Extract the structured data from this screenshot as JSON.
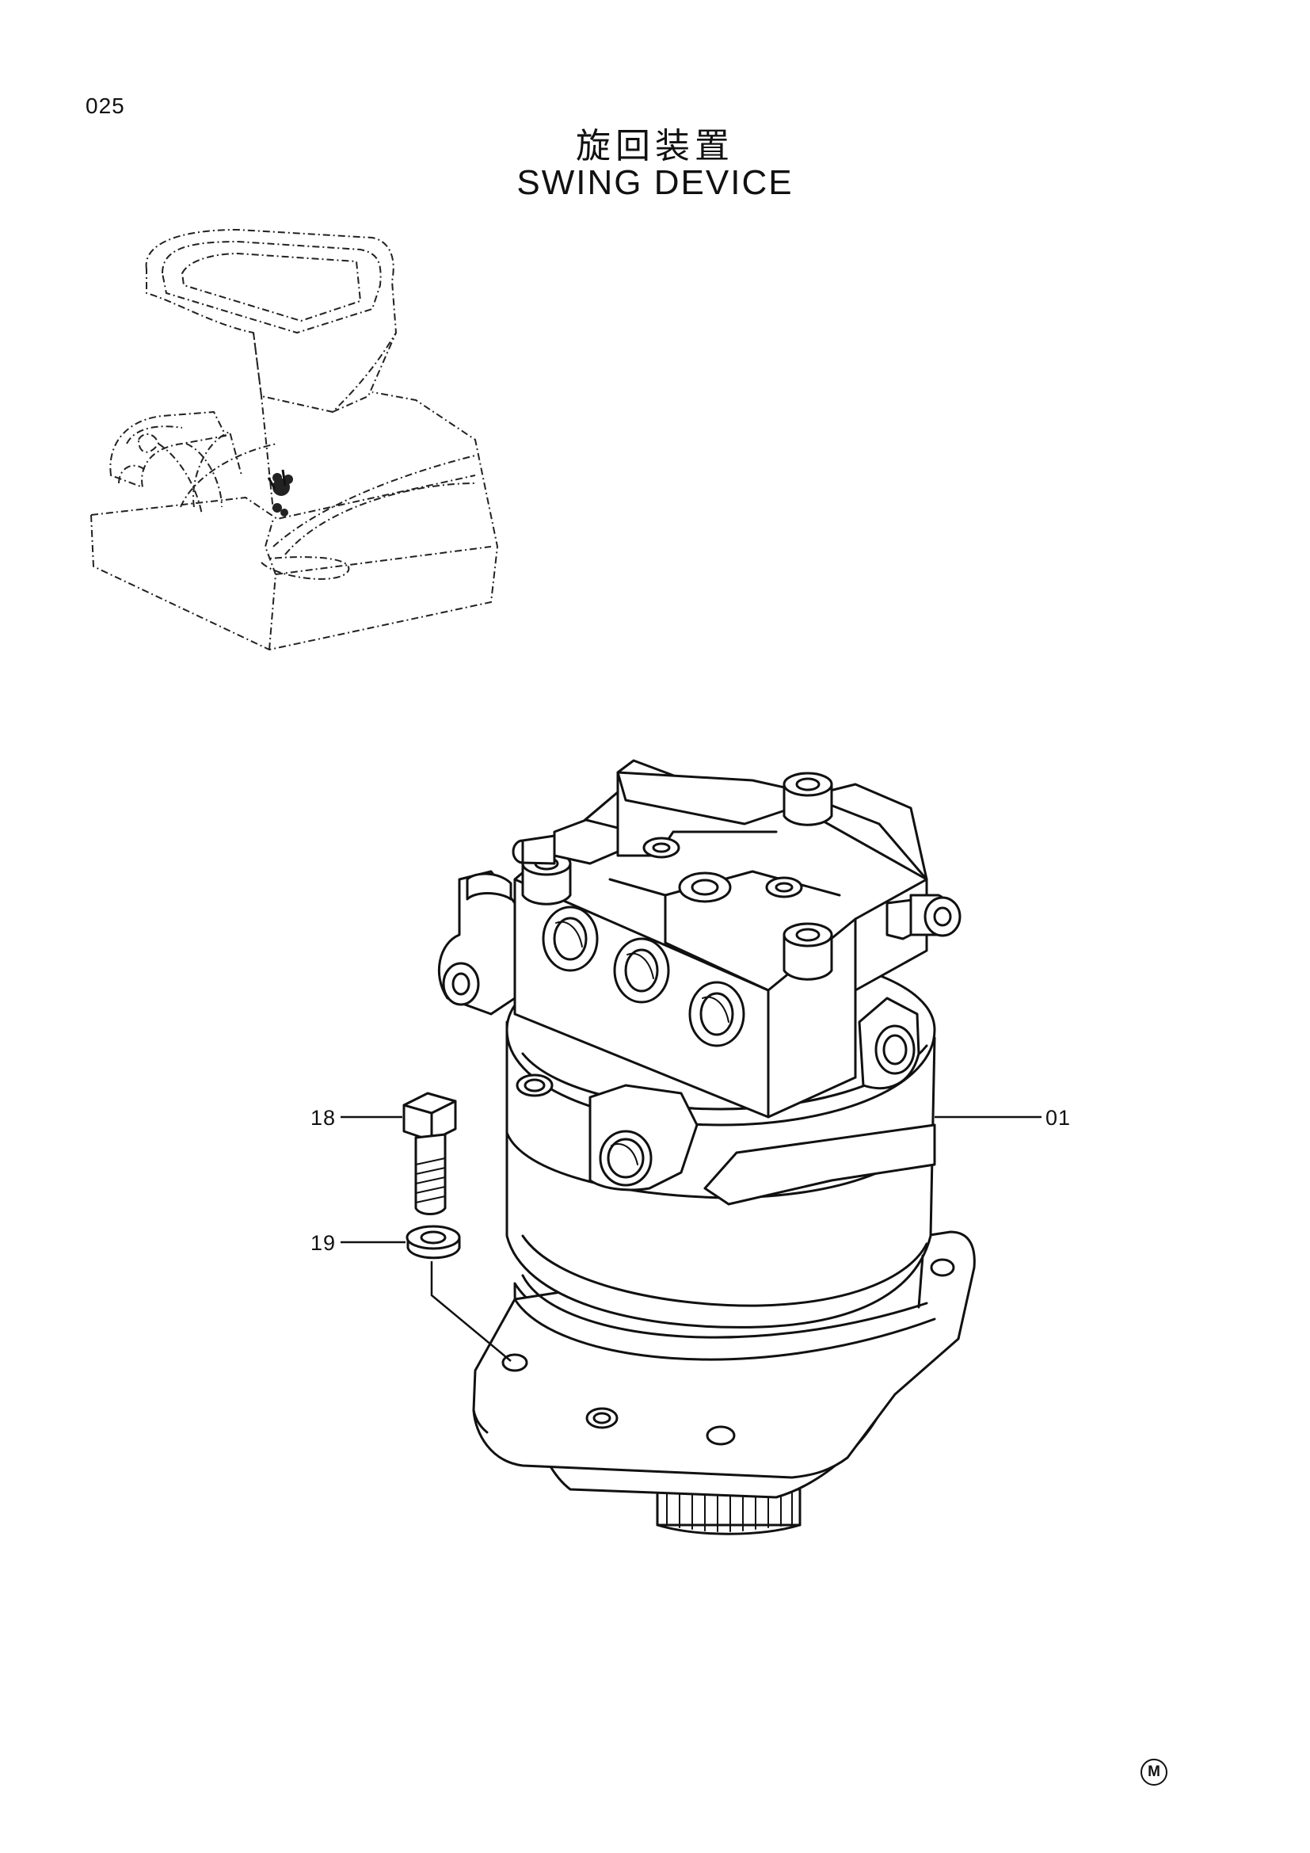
{
  "page": {
    "number": "025"
  },
  "title": {
    "japanese": "旋回装置",
    "english": "SWING DEVICE"
  },
  "callouts": [
    {
      "id": "01",
      "label": "01"
    },
    {
      "id": "18",
      "label": "18"
    },
    {
      "id": "19",
      "label": "19"
    }
  ],
  "mark": {
    "symbol": "M"
  },
  "icons": [
    "excavator-overview-icon",
    "swing-motor-icon",
    "hex-bolt-icon",
    "washer-icon"
  ]
}
